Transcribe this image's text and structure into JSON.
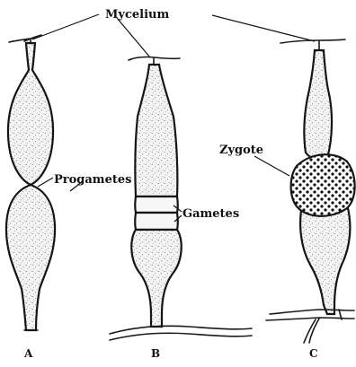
{
  "labels": {
    "mycelium": "Mycelium",
    "progametes": "Progametes",
    "gametes": "Gametes",
    "zygote": "Zygote"
  },
  "panels": [
    "A",
    "B",
    "C"
  ]
}
